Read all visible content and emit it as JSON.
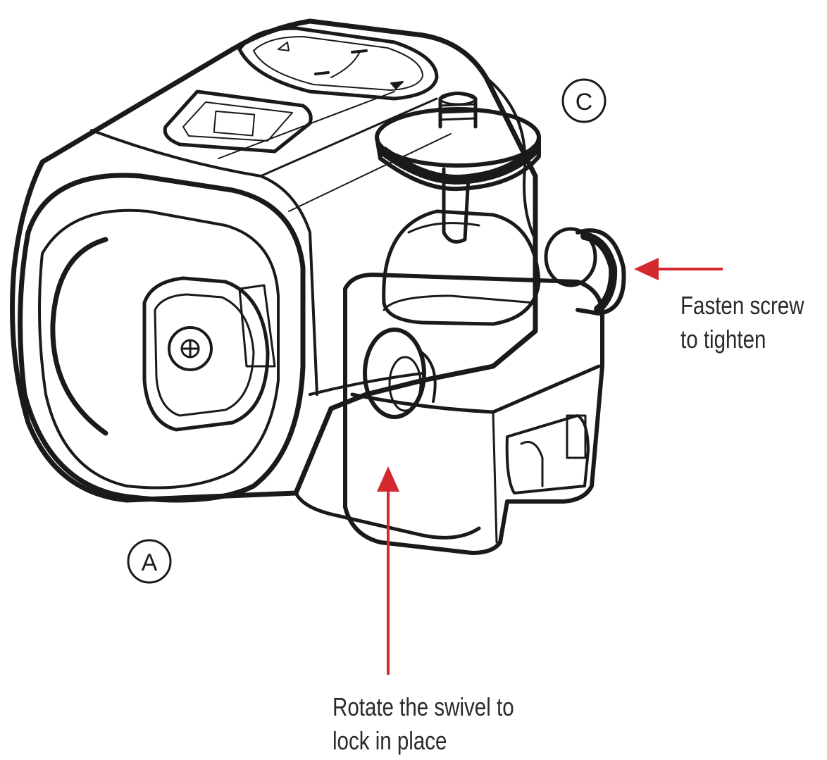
{
  "callouts": {
    "a": "A",
    "c": "C"
  },
  "annotations": {
    "fasten_line1": "Fasten screw",
    "fasten_line2": "to tighten",
    "rotate_line1": "Rotate the swivel to",
    "rotate_line2": "lock in place"
  },
  "colors": {
    "arrow": "#d42a2f",
    "stroke": "#1a1a1a",
    "background": "#ffffff"
  }
}
